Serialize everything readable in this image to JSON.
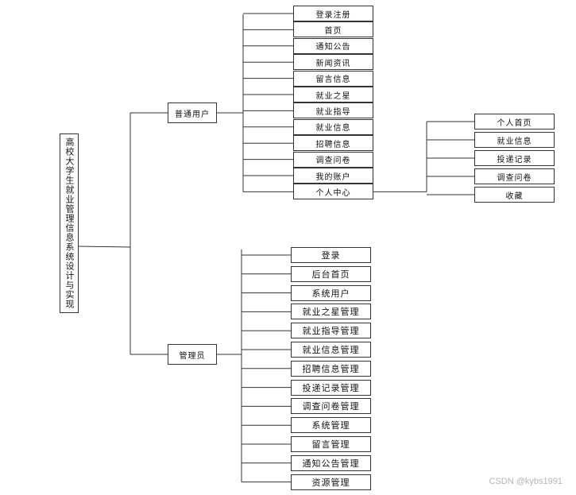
{
  "root": "高校大学生就业管理信息系统设计与实现",
  "user_role": "普通用户",
  "admin_role": "管理员",
  "user_items": [
    "登录注册",
    "首页",
    "通知公告",
    "新闻资讯",
    "留言信息",
    "就业之星",
    "就业指导",
    "就业信息",
    "招聘信息",
    "调查问卷",
    "我的账户",
    "个人中心"
  ],
  "personal_center_items": [
    "个人首页",
    "就业信息",
    "投递记录",
    "调查问卷",
    "收藏"
  ],
  "admin_items": [
    "登录",
    "后台首页",
    "系统用户",
    "就业之星管理",
    "就业指导管理",
    "就业信息管理",
    "招聘信息管理",
    "投递记录管理",
    "调查问卷管理",
    "系统管理",
    "留言管理",
    "通知公告管理",
    "资源管理"
  ],
  "watermark": "CSDN @kybs1991"
}
